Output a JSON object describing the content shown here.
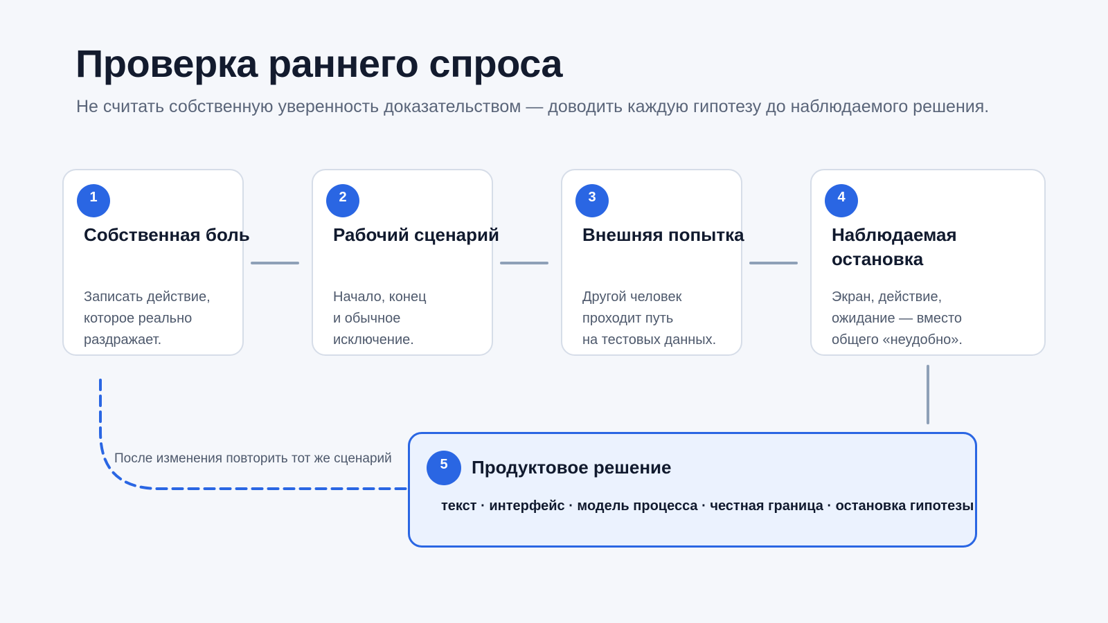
{
  "title": "Проверка раннего спроса",
  "subtitle": "Не считать собственную уверенность доказательством — доводить каждую гипотезу до наблюдаемого решения.",
  "steps": [
    {
      "number": "1",
      "title": "Собственная боль",
      "description": "Записать действие,\nкоторое реально\nраздражает."
    },
    {
      "number": "2",
      "title": "Рабочий сценарий",
      "description": "Начало, конец\nи обычное\nисключение."
    },
    {
      "number": "3",
      "title": "Внешняя попытка",
      "description": "Другой человек\nпроходит путь\nна тестовых данных."
    },
    {
      "number": "4",
      "title": "Наблюдаемая остановка",
      "description": "Экран, действие,\nожидание — вместо\nобщего «неудобно»."
    }
  ],
  "decision": {
    "number": "5",
    "title": "Продуктовое решение",
    "tags": "текст · интерфейс · модель процесса · честная граница · остановка гипотезы"
  },
  "loop_label": "После изменения повторить тот же сценарий",
  "colors": {
    "accent": "#2a66e3",
    "connector": "#8ea0b7",
    "decision_fill": "#ebf2fe",
    "background": "#f5f7fb"
  }
}
